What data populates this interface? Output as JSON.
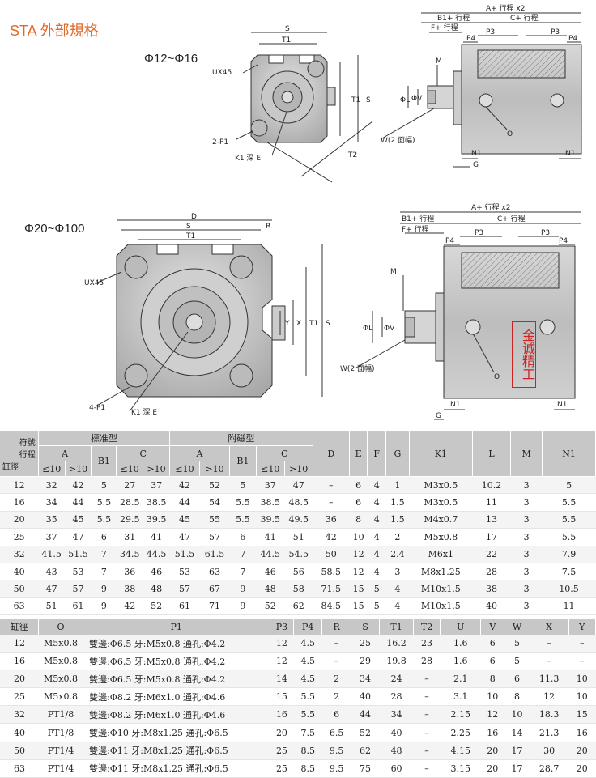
{
  "header": {
    "title": "STA 外部規格",
    "range_small": "Φ12~Φ16",
    "range_large": "Φ20~Φ100",
    "stamp": "金诚精工"
  },
  "drawing_labels": {
    "S": "S",
    "T1": "T1",
    "T2": "T2",
    "D": "D",
    "R": "R",
    "UX45": "UX45",
    "P1": "2-P1",
    "P1b": "4-P1",
    "K1": "K1 深 E",
    "W": "W(2 面幅)",
    "A": "A+ 行程 x2",
    "B1": "B1+ 行程",
    "C": "C+ 行程",
    "F": "F+ 行程",
    "P3": "P3",
    "P4": "P4",
    "M": "M",
    "L": "ΦL",
    "V": "ΦV",
    "O": "O",
    "N1": "N1",
    "G": "G",
    "X": "X",
    "Y": "Y"
  },
  "table1": {
    "header_row1": [
      "符號",
      "標准型",
      "附磁型",
      "D",
      "E",
      "F",
      "G",
      "K1",
      "L",
      "M",
      "N1"
    ],
    "corner_bottom": "缸徑",
    "corner_top2": "行程",
    "group_cols": [
      "A",
      "B1",
      "C",
      "A",
      "B1",
      "C"
    ],
    "sub": [
      "≤10",
      ">10",
      "≤10",
      ">10",
      "≤10",
      ">10",
      "≤10",
      ">10"
    ],
    "rows": [
      [
        "12",
        "32",
        "42",
        "5",
        "27",
        "37",
        "42",
        "52",
        "5",
        "37",
        "47",
        "–",
        "6",
        "4",
        "1",
        "M3x0.5",
        "10.2",
        "3",
        "5"
      ],
      [
        "16",
        "34",
        "44",
        "5.5",
        "28.5",
        "38.5",
        "44",
        "54",
        "5.5",
        "38.5",
        "48.5",
        "–",
        "6",
        "4",
        "1.5",
        "M3x0.5",
        "11",
        "3",
        "5.5"
      ],
      [
        "20",
        "35",
        "45",
        "5.5",
        "29.5",
        "39.5",
        "45",
        "55",
        "5.5",
        "39.5",
        "49.5",
        "36",
        "8",
        "4",
        "1.5",
        "M4x0.7",
        "13",
        "3",
        "5.5"
      ],
      [
        "25",
        "37",
        "47",
        "6",
        "31",
        "41",
        "47",
        "57",
        "6",
        "41",
        "51",
        "42",
        "10",
        "4",
        "2",
        "M5x0.8",
        "17",
        "3",
        "5.5"
      ],
      [
        "32",
        "41.5",
        "51.5",
        "7",
        "34.5",
        "44.5",
        "51.5",
        "61.5",
        "7",
        "44.5",
        "54.5",
        "50",
        "12",
        "4",
        "2.4",
        "M6x1",
        "22",
        "3",
        "7.9"
      ],
      [
        "40",
        "43",
        "53",
        "7",
        "36",
        "46",
        "53",
        "63",
        "7",
        "46",
        "56",
        "58.5",
        "12",
        "4",
        "3",
        "M8x1.25",
        "28",
        "3",
        "7.5"
      ],
      [
        "50",
        "47",
        "57",
        "9",
        "38",
        "48",
        "57",
        "67",
        "9",
        "48",
        "58",
        "71.5",
        "15",
        "5",
        "4",
        "M10x1.5",
        "38",
        "3",
        "10.5"
      ],
      [
        "63",
        "51",
        "61",
        "9",
        "42",
        "52",
        "61",
        "71",
        "9",
        "52",
        "62",
        "84.5",
        "15",
        "5",
        "4",
        "M10x1.5",
        "40",
        "3",
        "11"
      ]
    ]
  },
  "table2": {
    "headers": [
      "缸徑",
      "O",
      "P1",
      "P3",
      "P4",
      "R",
      "S",
      "T1",
      "T2",
      "U",
      "V",
      "W",
      "X",
      "Y"
    ],
    "rows": [
      [
        "12",
        "M5x0.8",
        "雙邊:Φ6.5 牙:M5x0.8 通孔:Φ4.2",
        "12",
        "4.5",
        "–",
        "25",
        "16.2",
        "23",
        "1.6",
        "6",
        "5",
        "–",
        "–"
      ],
      [
        "16",
        "M5x0.8",
        "雙邊:Φ6.5 牙:M5x0.8 通孔:Φ4.2",
        "12",
        "4.5",
        "–",
        "29",
        "19.8",
        "28",
        "1.6",
        "6",
        "5",
        "–",
        "–"
      ],
      [
        "20",
        "M5x0.8",
        "雙邊:Φ6.5 牙:M5x0.8 通孔:Φ4.2",
        "14",
        "4.5",
        "2",
        "34",
        "24",
        "–",
        "2.1",
        "8",
        "6",
        "11.3",
        "10"
      ],
      [
        "25",
        "M5x0.8",
        "雙邊:Φ8.2 牙:M6x1.0 通孔:Φ4.6",
        "15",
        "5.5",
        "2",
        "40",
        "28",
        "–",
        "3.1",
        "10",
        "8",
        "12",
        "10"
      ],
      [
        "32",
        "PT1/8",
        "雙邊:Φ8.2 牙:M6x1.0 通孔:Φ4.6",
        "16",
        "5.5",
        "6",
        "44",
        "34",
        "–",
        "2.15",
        "12",
        "10",
        "18.3",
        "15"
      ],
      [
        "40",
        "PT1/8",
        "雙邊:Φ10 牙:M8x1.25 通孔:Φ6.5",
        "20",
        "7.5",
        "6.5",
        "52",
        "40",
        "–",
        "2.25",
        "16",
        "14",
        "21.3",
        "16"
      ],
      [
        "50",
        "PT1/4",
        "雙邊:Φ11 牙:M8x1.25 通孔:Φ6.5",
        "25",
        "8.5",
        "9.5",
        "62",
        "48",
        "–",
        "4.15",
        "20",
        "17",
        "30",
        "20"
      ],
      [
        "63",
        "PT1/4",
        "雙邊:Φ11 牙:M8x1.25 通孔:Φ6.5",
        "25",
        "8.5",
        "9.5",
        "75",
        "60",
        "–",
        "3.15",
        "20",
        "17",
        "28.7",
        "20"
      ]
    ]
  }
}
